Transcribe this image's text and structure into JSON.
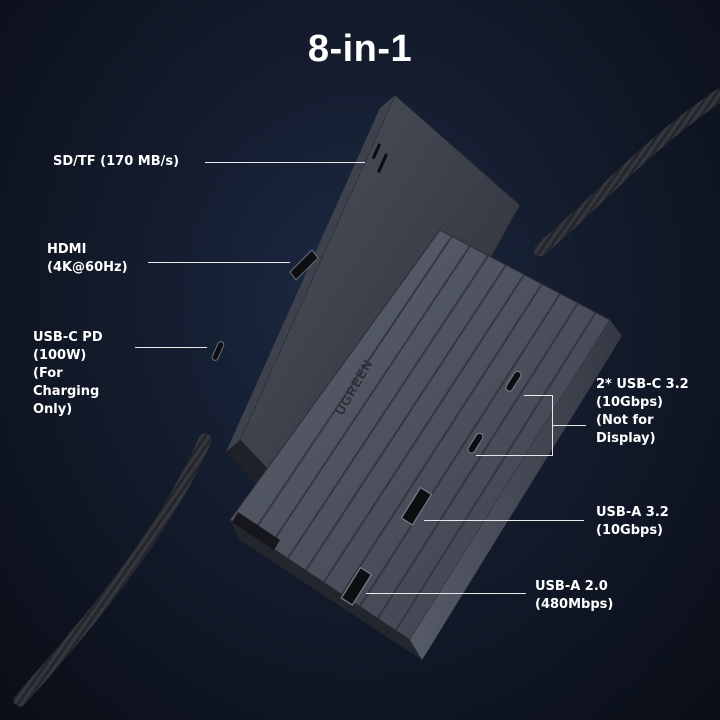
{
  "title": "8-in-1",
  "brand": "UGREEN",
  "ports": [
    {
      "id": "sd-tf",
      "lines": [
        "SD/TF (170 MB/s)"
      ]
    },
    {
      "id": "hdmi",
      "lines": [
        "HDMI",
        "(4K@60Hz)"
      ]
    },
    {
      "id": "usb-c-pd",
      "lines": [
        "USB-C PD",
        "(100W)",
        "(For",
        "Charging",
        "Only)"
      ]
    },
    {
      "id": "usb-c-32",
      "lines": [
        "2* USB-C 3.2",
        "(10Gbps)",
        "(Not for",
        "Display)"
      ]
    },
    {
      "id": "usb-a-32",
      "lines": [
        "USB-A 3.2",
        "(10Gbps)"
      ]
    },
    {
      "id": "usb-a-20",
      "lines": [
        "USB-A 2.0",
        "(480Mbps)"
      ]
    }
  ],
  "colors": {
    "background": "#0f1522",
    "hub_body": "#4a4f5c",
    "hub_edge": "#2c303a",
    "text": "#ffffff"
  }
}
